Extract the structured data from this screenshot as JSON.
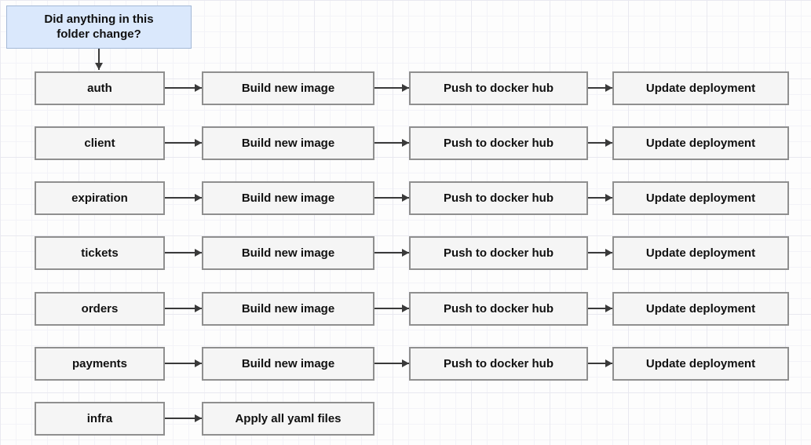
{
  "question_box": {
    "label": "Did anything in this folder change?"
  },
  "rows": [
    {
      "folder": "auth",
      "steps": [
        "Build new image",
        "Push to docker hub",
        "Update deployment"
      ]
    },
    {
      "folder": "client",
      "steps": [
        "Build new image",
        "Push to docker hub",
        "Update deployment"
      ]
    },
    {
      "folder": "expiration",
      "steps": [
        "Build new image",
        "Push to docker hub",
        "Update deployment"
      ]
    },
    {
      "folder": "tickets",
      "steps": [
        "Build new image",
        "Push to docker hub",
        "Update deployment"
      ]
    },
    {
      "folder": "orders",
      "steps": [
        "Build new image",
        "Push to docker hub",
        "Update deployment"
      ]
    },
    {
      "folder": "payments",
      "steps": [
        "Build new image",
        "Push to docker hub",
        "Update deployment"
      ]
    },
    {
      "folder": "infra",
      "steps": [
        "Apply all yaml files"
      ]
    }
  ],
  "colors": {
    "question_fill": "#dae8fc",
    "question_border": "#a3b8d6",
    "node_fill": "#f5f5f5",
    "node_border": "#8f8f8f",
    "arrow": "#3a3a3a",
    "text": "#111111",
    "grid_minor": "#f3f3f8",
    "grid_major": "#e9e9f0",
    "background": "#fdfdfd"
  }
}
